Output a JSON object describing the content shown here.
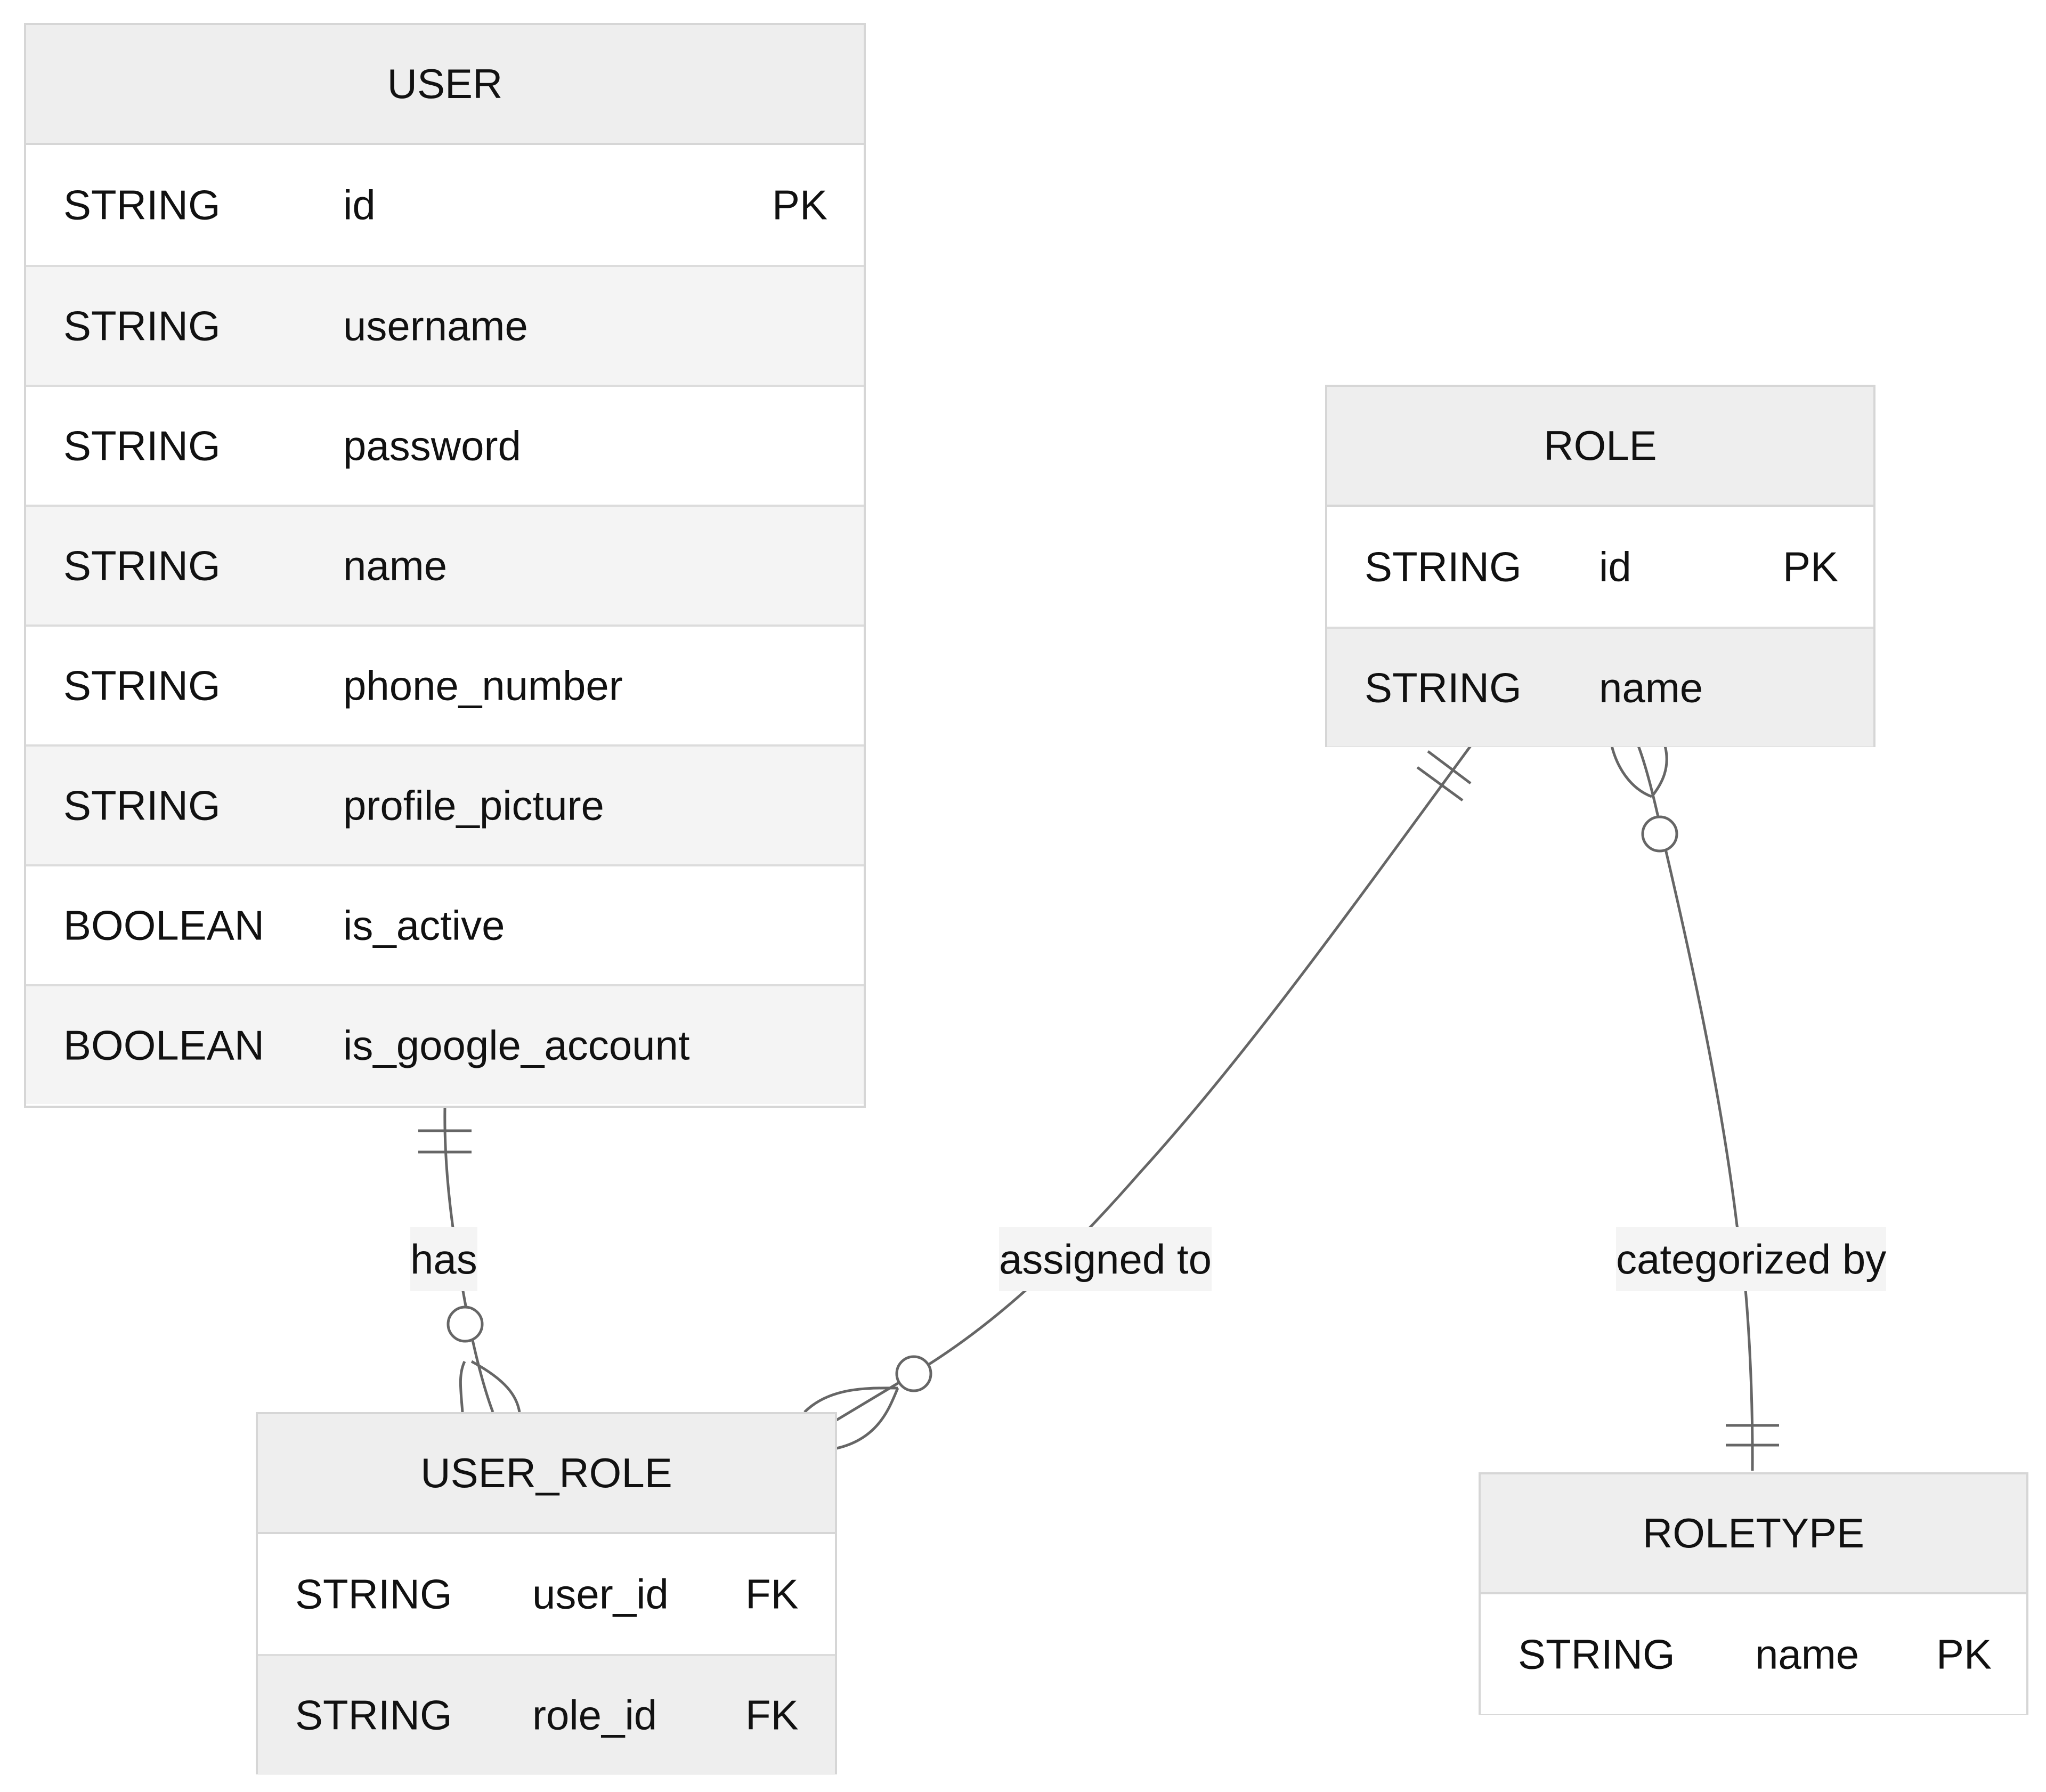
{
  "entities": {
    "user": {
      "name": "USER",
      "attributes": [
        {
          "type": "STRING",
          "name": "id",
          "key": "PK"
        },
        {
          "type": "STRING",
          "name": "username",
          "key": ""
        },
        {
          "type": "STRING",
          "name": "password",
          "key": ""
        },
        {
          "type": "STRING",
          "name": "name",
          "key": ""
        },
        {
          "type": "STRING",
          "name": "phone_number",
          "key": ""
        },
        {
          "type": "STRING",
          "name": "profile_picture",
          "key": ""
        },
        {
          "type": "BOOLEAN",
          "name": "is_active",
          "key": ""
        },
        {
          "type": "BOOLEAN",
          "name": "is_google_account",
          "key": ""
        }
      ]
    },
    "role": {
      "name": "ROLE",
      "attributes": [
        {
          "type": "STRING",
          "name": "id",
          "key": "PK"
        },
        {
          "type": "STRING",
          "name": "name",
          "key": ""
        }
      ]
    },
    "user_role": {
      "name": "USER_ROLE",
      "attributes": [
        {
          "type": "STRING",
          "name": "user_id",
          "key": "FK"
        },
        {
          "type": "STRING",
          "name": "role_id",
          "key": "FK"
        }
      ]
    },
    "roletype": {
      "name": "ROLETYPE",
      "attributes": [
        {
          "type": "STRING",
          "name": "name",
          "key": "PK"
        }
      ]
    }
  },
  "relationships": [
    {
      "label": "has",
      "from": "USER",
      "to": "USER_ROLE",
      "from_cardinality": "exactly-one",
      "to_cardinality": "zero-or-many"
    },
    {
      "label": "assigned to",
      "from": "ROLE",
      "to": "USER_ROLE",
      "from_cardinality": "exactly-one",
      "to_cardinality": "zero-or-many"
    },
    {
      "label": "categorized by",
      "from": "ROLETYPE",
      "to": "ROLE",
      "from_cardinality": "exactly-one",
      "to_cardinality": "zero-or-many"
    }
  ]
}
